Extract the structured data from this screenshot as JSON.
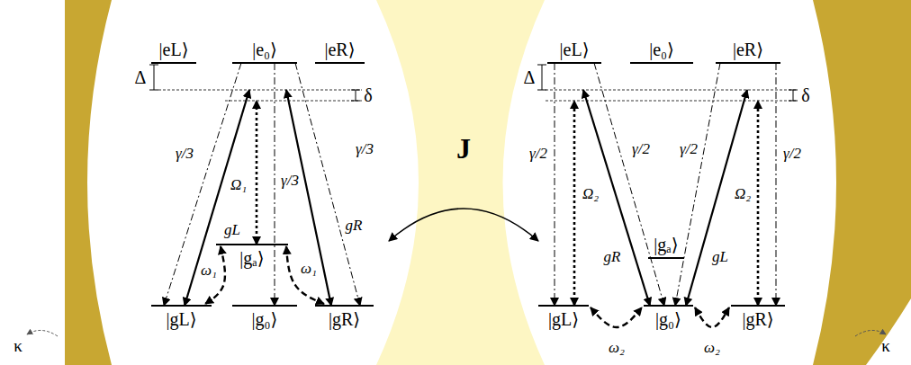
{
  "diagram": {
    "nodes": [
      {
        "text": [
          "|eL⟩"
        ]
      },
      {
        "text": [
          "|e₀⟩"
        ]
      },
      {
        "text": [
          "|eR⟩"
        ]
      },
      {
        "text": [
          "|gₐ⟩"
        ]
      },
      {
        "text": [
          "|gL⟩"
        ]
      },
      {
        "text": [
          "|g₀⟩"
        ]
      },
      {
        "text": [
          "|gR⟩"
        ]
      },
      {
        "text": [
          "|eL⟩"
        ]
      },
      {
        "text": [
          "|e₀⟩"
        ]
      },
      {
        "text": [
          "|eR⟩"
        ]
      },
      {
        "text": [
          "|gₐ⟩"
        ]
      },
      {
        "text": [
          "|gL⟩"
        ]
      },
      {
        "text": [
          "|g₀⟩"
        ]
      },
      {
        "text": [
          "|gR⟩"
        ]
      }
    ],
    "edges": [
      {
        "from": 4,
        "to": 1,
        "label": "gL",
        "arrow": "both"
      },
      {
        "from": 6,
        "to": 1,
        "label": "gR",
        "arrow": "both"
      },
      {
        "from": 1,
        "to": 4,
        "label": "γ/3",
        "arrow": "to"
      },
      {
        "from": 1,
        "to": 5,
        "label": "γ/3",
        "arrow": "to"
      },
      {
        "from": 1,
        "to": 6,
        "label": "γ/3",
        "arrow": "to"
      },
      {
        "from": 3,
        "to": 1,
        "label": "Ω₁",
        "arrow": "both"
      },
      {
        "from": 3,
        "to": 4,
        "label": "ω₁",
        "arrow": "both"
      },
      {
        "from": 3,
        "to": 6,
        "label": "ω₁",
        "arrow": "both"
      },
      {
        "from": 7,
        "to": 11,
        "label": "γ/2",
        "arrow": "to"
      },
      {
        "from": 11,
        "to": 7,
        "label": "Ω₂",
        "arrow": "both"
      },
      {
        "from": 12,
        "to": 7,
        "label": "gR",
        "arrow": "both"
      },
      {
        "from": 7,
        "to": 12,
        "label": "γ/2",
        "arrow": "to"
      },
      {
        "from": 9,
        "to": 12,
        "label": "γ/2",
        "arrow": "to"
      },
      {
        "from": 12,
        "to": 9,
        "label": "gL",
        "arrow": "both"
      },
      {
        "from": 13,
        "to": 9,
        "label": "Ω₂",
        "arrow": "both"
      },
      {
        "from": 9,
        "to": 13,
        "label": "γ/2",
        "arrow": "to"
      },
      {
        "from": 11,
        "to": 12,
        "label": "ω₂",
        "arrow": "both"
      },
      {
        "from": 12,
        "to": 13,
        "label": "ω₂",
        "arrow": "both"
      }
    ],
    "labels": [
      "Δ",
      "δ",
      "J",
      "Δ",
      "δ",
      "κ",
      "κ"
    ]
  }
}
